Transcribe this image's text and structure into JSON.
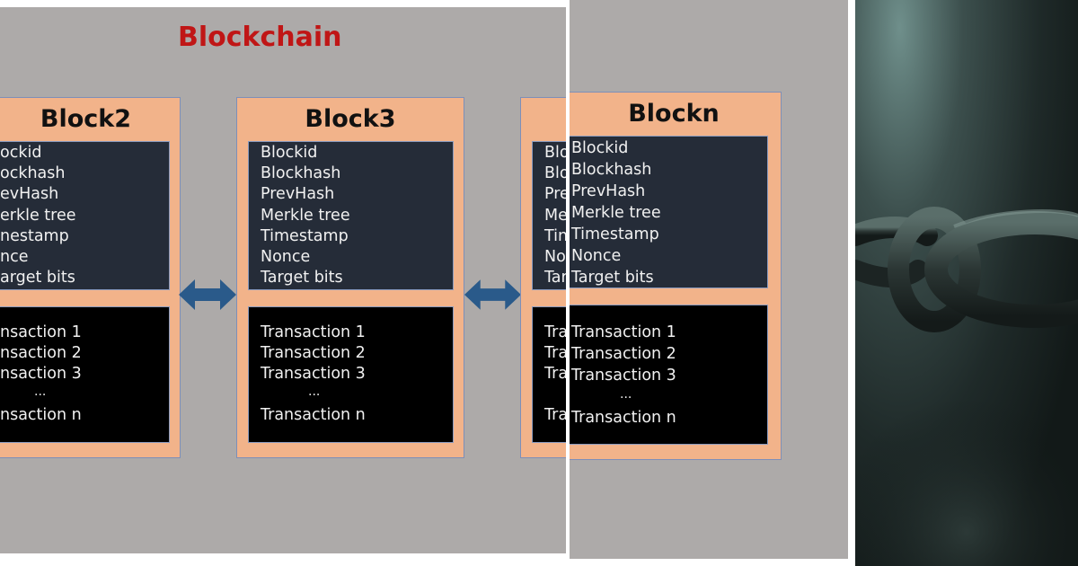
{
  "diagram": {
    "title": "Blockchain",
    "header_fields": [
      "Blockid",
      "Blockhash",
      "PrevHash",
      "Merkle tree",
      "Timestamp",
      "Nonce",
      "Target bits"
    ],
    "blocks": {
      "block2": {
        "title": "Block2",
        "header_fields": [
          "ockid",
          "ockhash",
          "evHash",
          "erkle tree",
          "nestamp",
          "nce",
          "arget bits"
        ],
        "transactions": [
          "nsaction 1",
          "nsaction 2",
          "nsaction 3",
          "...",
          "nsaction n"
        ]
      },
      "block3": {
        "title": "Block3",
        "transactions": [
          "Transaction 1",
          "Transaction 2",
          "Transaction 3",
          "...",
          "Transaction n"
        ]
      },
      "block_partial": {
        "header_fields": [
          "Blo",
          "Blo",
          "Pre",
          "Me",
          "Tin",
          "No",
          "Tar"
        ],
        "transactions": [
          "Tra",
          "Tra",
          "Tra",
          "Tra"
        ]
      },
      "blockn": {
        "title": "Blockn",
        "transactions": [
          "Transaction 1",
          "Transaction 2",
          "Transaction 3",
          "...",
          "Transaction n"
        ]
      }
    }
  },
  "colors": {
    "title": "#c01616",
    "background": "#adaaa9",
    "block_fill": "#f2b38a",
    "header_fill": "#252c38",
    "transaction_fill": "#000000",
    "arrow": "#2a5a8a"
  },
  "icons": [
    "double-arrow-icon",
    "chain-link-image"
  ]
}
